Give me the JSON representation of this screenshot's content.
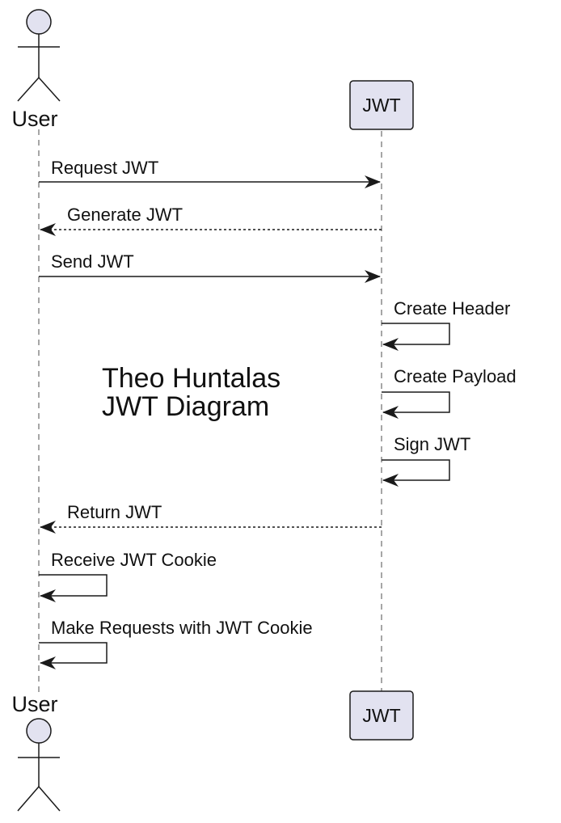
{
  "participants": {
    "user": {
      "name": "User",
      "shape": "actor"
    },
    "jwt": {
      "name": "JWT",
      "shape": "box"
    }
  },
  "note": {
    "line1": "Theo Huntalas",
    "line2": "JWT Diagram"
  },
  "messages": [
    {
      "label": "Request JWT",
      "from": "user",
      "to": "jwt",
      "style": "solid"
    },
    {
      "label": "Generate JWT",
      "from": "jwt",
      "to": "user",
      "style": "dashed"
    },
    {
      "label": "Send JWT",
      "from": "user",
      "to": "jwt",
      "style": "solid"
    },
    {
      "label": "Create Header",
      "from": "jwt",
      "to": "jwt",
      "style": "solid"
    },
    {
      "label": "Create Payload",
      "from": "jwt",
      "to": "jwt",
      "style": "solid"
    },
    {
      "label": "Sign JWT",
      "from": "jwt",
      "to": "jwt",
      "style": "solid"
    },
    {
      "label": "Return JWT",
      "from": "jwt",
      "to": "user",
      "style": "dashed"
    },
    {
      "label": "Receive JWT Cookie",
      "from": "user",
      "to": "user",
      "style": "solid"
    },
    {
      "label": "Make Requests with JWT Cookie",
      "from": "user",
      "to": "user",
      "style": "solid"
    }
  ],
  "colors": {
    "line": "#1a1a1a",
    "lifeline": "#888888",
    "participant_fill": "#e2e2f0",
    "participant_stroke": "#1a1a1a"
  }
}
